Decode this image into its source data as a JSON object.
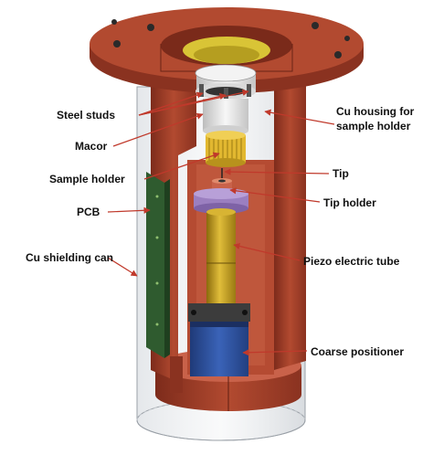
{
  "labels": {
    "steel_studs": "Steel studs",
    "macor": "Macor",
    "sample_holder": "Sample holder",
    "pcb": "PCB",
    "cu_shielding_can": "Cu shielding can",
    "cu_housing_line1": "Cu housing for",
    "cu_housing_line2": "sample holder",
    "tip": "Tip",
    "tip_holder": "Tip holder",
    "piezo_tube": "Piezo electric tube",
    "coarse_positioner": "Coarse positioner"
  },
  "colors": {
    "copper": "#a8432c",
    "copper_dark": "#7d2b1b",
    "copper_light": "#c9624a",
    "annotation_arrow": "#c0392b",
    "pcb_green": "#2f5b2f",
    "piezo_yellow": "#c9a21a",
    "positioner_blue": "#2d4f96",
    "tip_holder_purple": "#9b7fc0",
    "sample_gold": "#e2b830",
    "macor_white": "#eeeeee",
    "shield_glass": "#d9dde2"
  }
}
